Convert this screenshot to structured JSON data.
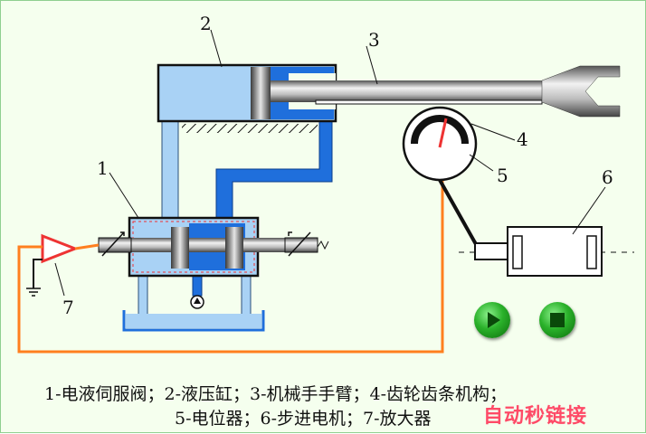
{
  "labels": {
    "n1": "1",
    "n2": "2",
    "n3": "3",
    "n4": "4",
    "n5": "5",
    "n6": "6",
    "n7": "7"
  },
  "caption": {
    "line1": "1-电液伺服阀；2-液压缸；3-机械手手臂；4-齿轮齿条机构；",
    "line2": "5-电位器；6-步进电机；7-放大器"
  },
  "controls": {
    "play": "play-icon",
    "stop": "stop-icon"
  },
  "watermark": "自动秒链接",
  "colors": {
    "fluid_light": "#a9d2f5",
    "fluid_dark": "#1f6fdc",
    "wire": "#ff7f1f",
    "amplifier": "#e33"
  }
}
